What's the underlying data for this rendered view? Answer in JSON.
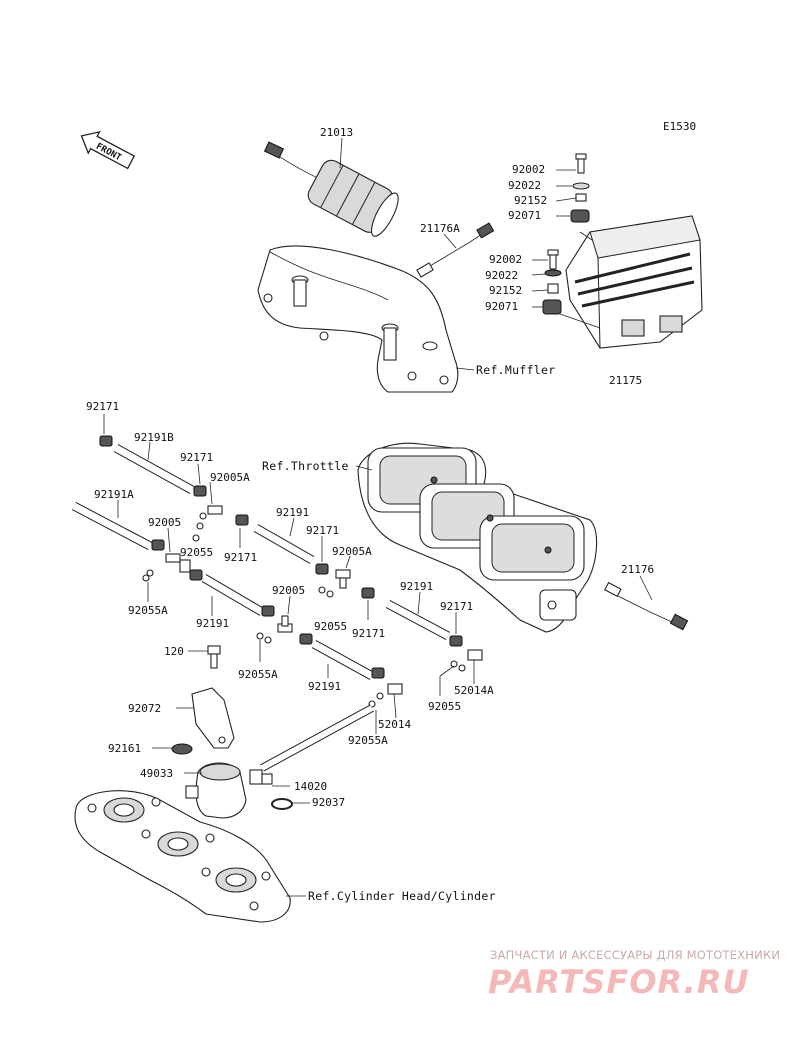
{
  "diagram_code": "E1530",
  "front_label": "FRONT",
  "labels": {
    "l21013": "21013",
    "l21176A": "21176A",
    "l92002a": "92002",
    "l92022a": "92022",
    "l92152a": "92152",
    "l92071a": "92071",
    "l92002b": "92002",
    "l92022b": "92022",
    "l92152b": "92152",
    "l92071b": "92071",
    "l21175": "21175",
    "l92171a": "92171",
    "l92191B": "92191B",
    "l92171b": "92171",
    "l92005A_a": "92005A",
    "l92191A": "92191A",
    "l92005a": "92005",
    "l92055a": "92055",
    "l92171c": "92171",
    "l92191a": "92191",
    "l92171d": "92171",
    "l92005A_b": "92005A",
    "l92055A_a": "92055A",
    "l92191b": "92191",
    "l92005b": "92005",
    "l92055b": "92055",
    "l92171e": "92171",
    "l92191c": "92191",
    "l92171f": "92171",
    "l120": "120",
    "l92055A_b": "92055A",
    "l92191d": "92191",
    "l52014A": "52014A",
    "l92072": "92072",
    "l52014": "52014",
    "l92055c": "92055",
    "l92055A_c": "92055A",
    "l92161": "92161",
    "l49033": "49033",
    "l14020": "14020",
    "l92037": "92037",
    "l21176": "21176"
  },
  "refs": {
    "muffler": "Ref.Muffler",
    "throttle": "Ref.Throttle",
    "cylinder": "Ref.Cylinder Head/Cylinder"
  },
  "watermark": {
    "tagline": "ЗАПЧАСТИ И АКСЕССУАРЫ ДЛЯ МОТОТЕХНИКИ",
    "logo": "PARTSFOR.RU"
  }
}
